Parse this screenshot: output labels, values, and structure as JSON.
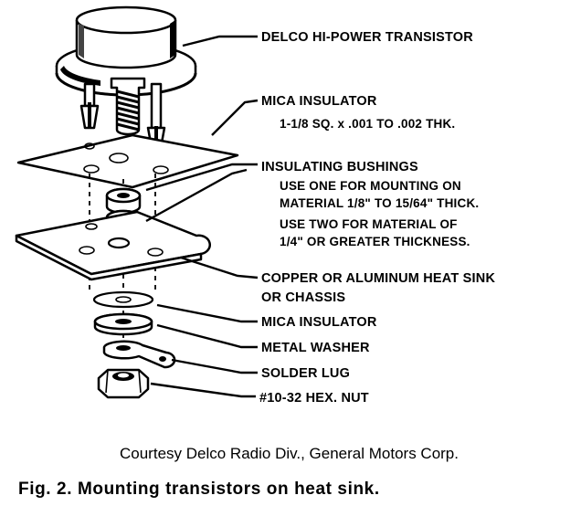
{
  "labels": {
    "transistor": "DELCO HI-POWER TRANSISTOR",
    "mica_top_title": "MICA INSULATOR",
    "mica_top_spec": "1-1/8 SQ. x .001 TO .002 THK.",
    "bushings_title": "INSULATING BUSHINGS",
    "bushings_line1": "USE ONE FOR MOUNTING ON",
    "bushings_line2": "MATERIAL 1/8\" TO 15/64\" THICK.",
    "bushings_line3": "USE TWO FOR MATERIAL OF",
    "bushings_line4": "1/4\" OR GREATER THICKNESS.",
    "heatsink_line1": "COPPER OR ALUMINUM HEAT SINK",
    "heatsink_line2": "OR CHASSIS",
    "mica_bottom": "MICA INSULATOR",
    "metal_washer": "METAL WASHER",
    "solder_lug": "SOLDER LUG",
    "hex_nut": "#10-32 HEX. NUT"
  },
  "courtesy": "Courtesy Delco Radio Div., General Motors Corp.",
  "caption": "Fig. 2. Mounting transistors on heat sink."
}
